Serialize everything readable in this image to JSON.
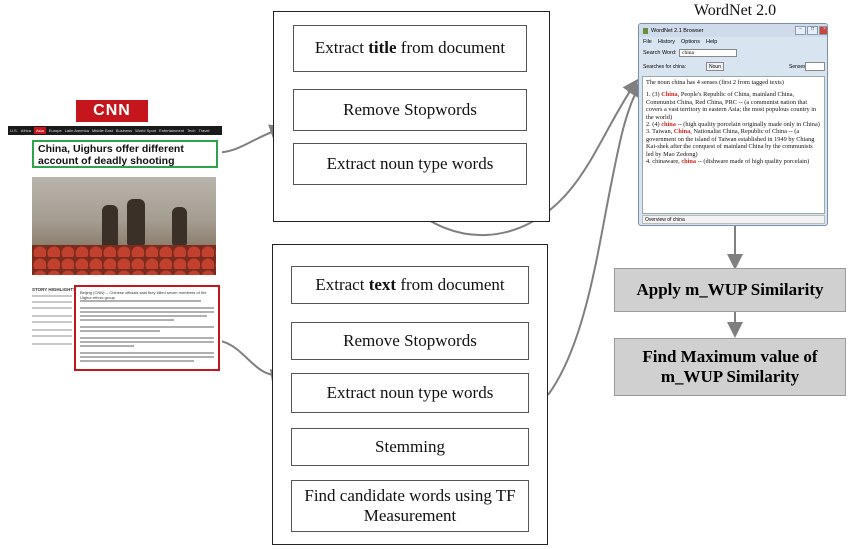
{
  "title_panel": {
    "steps": [
      {
        "before": "Extract ",
        "bold": "title",
        "after": " from document"
      },
      {
        "text": "Remove Stopwords"
      },
      {
        "text": "Extract noun type words"
      }
    ]
  },
  "text_panel": {
    "steps": [
      {
        "before": "Extract ",
        "bold": "text",
        "after": " from document"
      },
      {
        "text": "Remove Stopwords"
      },
      {
        "text": "Extract noun type words"
      },
      {
        "text": "Stemming"
      },
      {
        "text": "Find candidate words using TF Measurement"
      }
    ]
  },
  "similarity": {
    "apply": "Apply m_WUP Similarity",
    "find_max": "Find Maximum value of m_WUP Similarity"
  },
  "news": {
    "logo": "CNN",
    "nav": [
      "U.S.",
      "Africa",
      "Asia",
      "Europe",
      "Latin America",
      "Middle East",
      "Business",
      "World Sport",
      "Entertainment",
      "Tech",
      "Travel"
    ],
    "nav_active": 2,
    "headline": "China, Uighurs offer different account of deadly shooting",
    "sidebar_heading": "STORY HIGHLIGHTS",
    "article_lead": "Beijing (CNN) -- Chinese officials said they killed seven members of the Uighur ethnic group"
  },
  "wordnet": {
    "label": "WordNet 2.0",
    "window_title": "WordNet 2.1 Browser",
    "menu": [
      "File",
      "History",
      "Options",
      "Help"
    ],
    "search_label": "Search Word:",
    "search_value": "china",
    "searches_for": "Searches for china:",
    "noun_button": "Noun",
    "senses_label": "Senses:",
    "header": "The noun china has 4 senses (first 2 from tagged texts)",
    "senses": [
      {
        "num": "1. (3) ",
        "word": "China",
        "rest": ", People's Republic of China, mainland China, Communist China, Red China, PRC -- (a communist nation that covers a vast territory in eastern Asia; the most populous country in the world)"
      },
      {
        "num": "2. (4) ",
        "word": "china",
        "rest": " -- (high quality porcelain originally made only in China)"
      },
      {
        "num": "3. Taiwan, ",
        "word": "China",
        "rest": ", Nationalist China, Republic of China -- (a government on the island of Taiwan established in 1949 by Chiang Kai-shek after the conquest of mainland China by the communists led by Mao Zedong)"
      },
      {
        "num": "4. chinaware, ",
        "word": "china",
        "rest": " -- (dishware made of high quality porcelain)"
      }
    ],
    "status": "Overview of china"
  },
  "colors": {
    "title_highlight": "#2ea34a",
    "text_highlight": "#c4161c",
    "gray_box": "#d0d0d0",
    "arrow": "#7f7f7f"
  }
}
